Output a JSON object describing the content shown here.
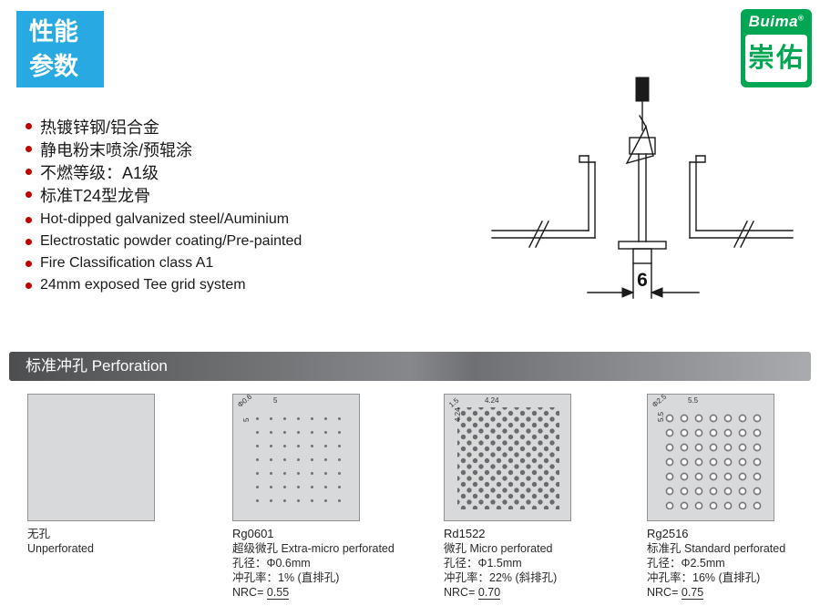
{
  "badge": {
    "line1": "性能",
    "line2": "参数"
  },
  "logo": {
    "brand": "Buima",
    "reg": "®",
    "cn": "崇佑",
    "green": "#00a651"
  },
  "features_cn": [
    "热镀锌钢/铝合金",
    "静电粉末喷涂/预辊涂",
    "不燃等级：A1级",
    "标准T24型龙骨"
  ],
  "features_en": [
    "Hot-dipped galvanized steel/Auminium",
    "Electrostatic powder coating/Pre-painted",
    "Fire Classification class A1",
    "24mm exposed Tee grid system"
  ],
  "drawing": {
    "dim": "6"
  },
  "banner": {
    "title": "标准冲孔 Perforation"
  },
  "panels": [
    {
      "lines": [
        "无孔",
        "Unperforated"
      ]
    },
    {
      "code": "Rg0601",
      "name": "超级微孔 Extra-micro perforated",
      "hole": "孔径：Φ0.6mm",
      "rate": "冲孔率：1% (直排孔)",
      "nrc_label": "NRC=",
      "nrc_value": "0.55",
      "ann": {
        "dia": "Φ0.6",
        "h": "5",
        "v": "5"
      }
    },
    {
      "code": "Rd1522",
      "name": "微孔 Micro perforated",
      "hole": "孔径：Φ1.5mm",
      "rate": "冲孔率：22% (斜排孔)",
      "nrc_label": "NRC=",
      "nrc_value": "0.70",
      "ann": {
        "dia": "1.5",
        "h": "4.24",
        "v": "4.24"
      }
    },
    {
      "code": "Rg2516",
      "name": "标准孔 Standard perforated",
      "hole": "孔径：Φ2.5mm",
      "rate": "冲孔率：16% (直排孔)",
      "nrc_label": "NRC=",
      "nrc_value": "0.75",
      "ann": {
        "dia": "Φ2.5",
        "h": "5.5",
        "v": "5.5"
      }
    }
  ]
}
